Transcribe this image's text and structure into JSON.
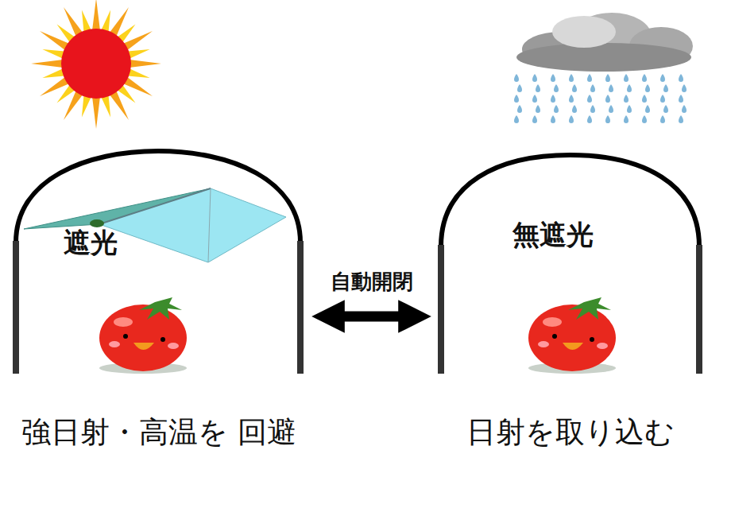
{
  "diagram": {
    "nodes": [
      {
        "text": [
          "遮光",
          "強日射・高温を 回避"
        ]
      },
      {
        "text": [
          "無遮光",
          "日射を取り込む"
        ]
      }
    ],
    "edges": [
      {
        "from": 0,
        "to": 1,
        "arrow": "both",
        "label": "自動開閉"
      }
    ]
  }
}
